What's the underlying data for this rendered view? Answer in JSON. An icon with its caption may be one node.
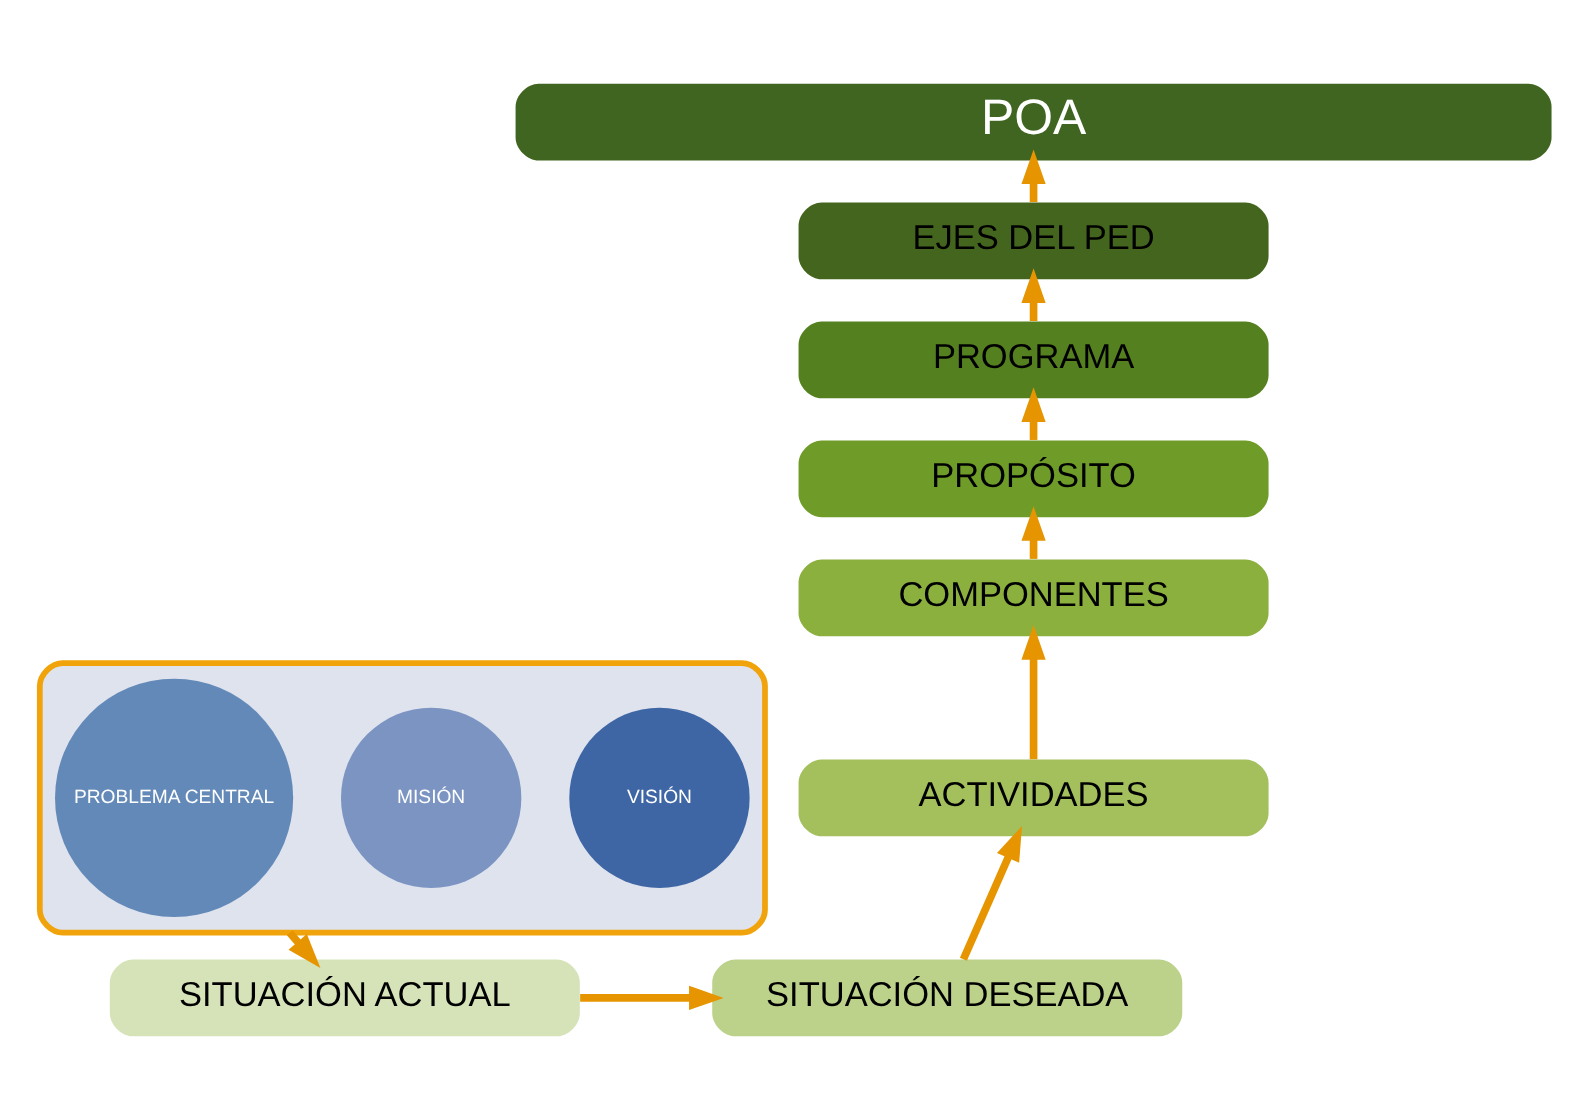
{
  "diagram": {
    "nodes": [
      {
        "text": [
          "POA"
        ]
      },
      {
        "text": [
          "EJES DEL PED"
        ]
      },
      {
        "text": [
          "PROGRAMA"
        ]
      },
      {
        "text": [
          "PROPÓSITO"
        ]
      },
      {
        "text": [
          "COMPONENTES"
        ]
      },
      {
        "text": [
          "ACTIVIDADES"
        ]
      },
      {
        "text": [
          "SITUACIÓN DESEADA"
        ]
      },
      {
        "text": [],
        "shape": "funnel"
      },
      {
        "text": [
          "VISIÓN"
        ],
        "in": 7
      },
      {
        "text": [
          "MISIÓN"
        ],
        "in": 7
      },
      {
        "text": [
          "PROBLEMA CENTRAL"
        ],
        "in": 7
      },
      {
        "text": [
          "SITUACIÓN ACTUAL"
        ]
      }
    ],
    "edges": [
      {
        "from": 6,
        "to": 5,
        "arrow": "to"
      },
      {
        "from": 5,
        "to": 4,
        "arrow": "to"
      },
      {
        "from": 4,
        "to": 3,
        "arrow": "to"
      },
      {
        "from": 3,
        "to": 2,
        "arrow": "to"
      },
      {
        "from": 2,
        "to": 1,
        "arrow": "to"
      },
      {
        "from": 1,
        "to": 0,
        "arrow": "to"
      },
      {
        "from": 7,
        "to": 11,
        "arrow": "to"
      },
      {
        "from": 11,
        "to": 6,
        "arrow": "to"
      }
    ]
  }
}
